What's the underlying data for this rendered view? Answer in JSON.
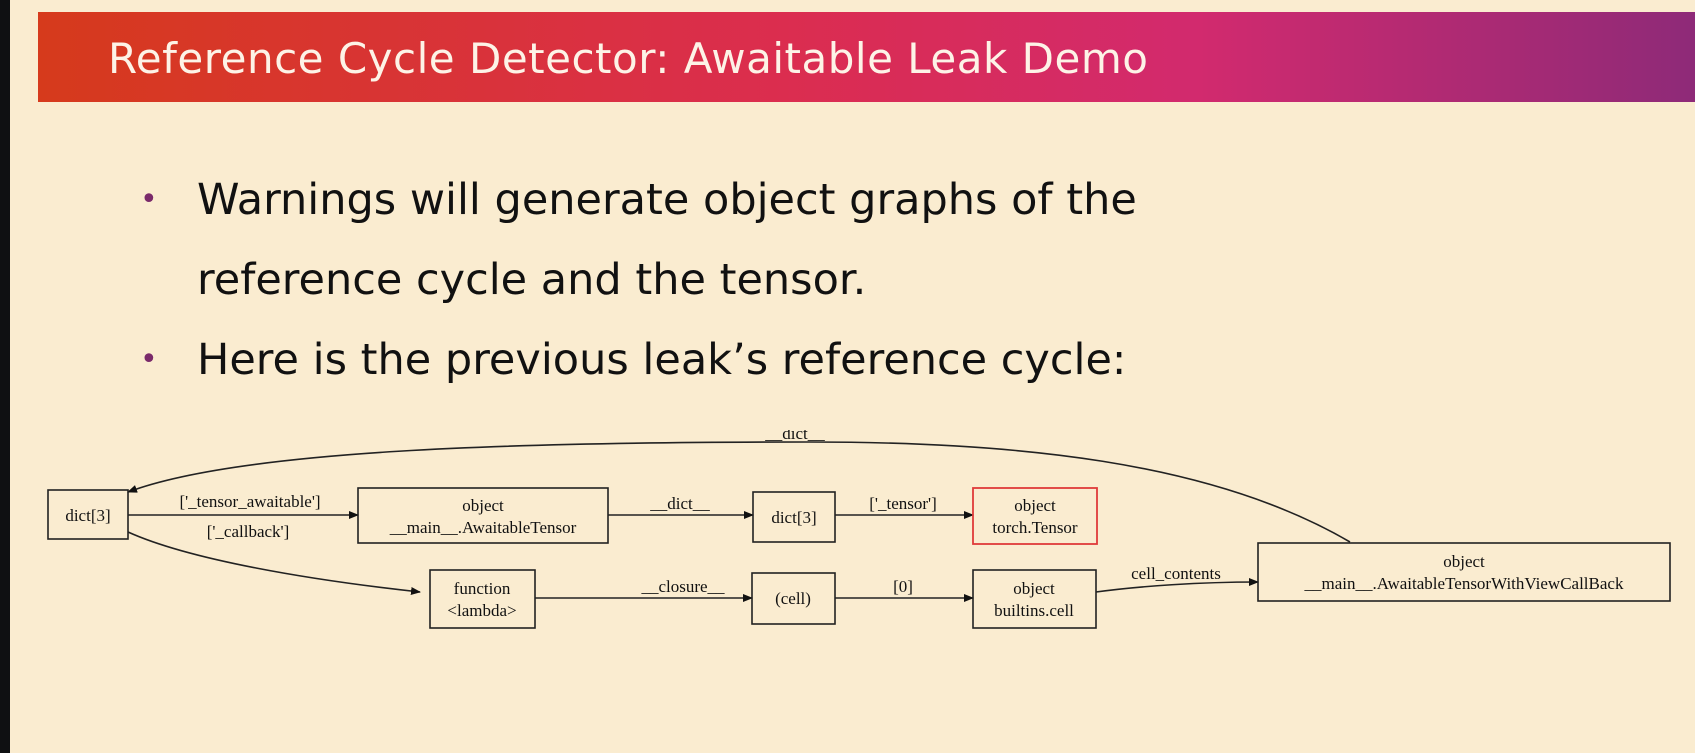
{
  "slide": {
    "title": "Reference Cycle Detector: Awaitable Leak Demo",
    "bullets": [
      "Warnings will generate object graphs of the reference cycle and the tensor.",
      "Here is the previous leak’s reference cycle:"
    ],
    "bullet_lines": [
      [
        "Warnings will generate object graphs of the",
        "reference cycle and the tensor."
      ],
      [
        "Here is the previous leak’s reference cycle:"
      ]
    ],
    "bullet_marker": "•"
  },
  "diagram": {
    "nodes": {
      "dict_root": {
        "lines": [
          "dict[3]"
        ]
      },
      "awaitable_tensor": {
        "lines": [
          "object",
          "__main__.AwaitableTensor"
        ]
      },
      "dict_inner": {
        "lines": [
          "dict[3]"
        ]
      },
      "torch_tensor": {
        "lines": [
          "object",
          "torch.Tensor"
        ],
        "highlight": true
      },
      "lambda_fn": {
        "lines": [
          "function",
          "<lambda>"
        ]
      },
      "cell": {
        "lines": [
          "(cell)"
        ]
      },
      "builtins_cell": {
        "lines": [
          "object",
          "builtins.cell"
        ]
      },
      "view_callback": {
        "lines": [
          "object",
          "__main__.AwaitableTensorWithViewCallBack"
        ]
      }
    },
    "edges": {
      "top_dict": "__dict__",
      "tensor_awaitable": "['_tensor_awaitable']",
      "callback": "['_callback']",
      "awaitable_dict": "__dict__",
      "tensor_key": "['_tensor']",
      "closure": "__closure__",
      "index0": "[0]",
      "cell_contents": "cell_contents"
    },
    "colors": {
      "highlight": "#e03a3a",
      "stroke": "#222222"
    }
  }
}
